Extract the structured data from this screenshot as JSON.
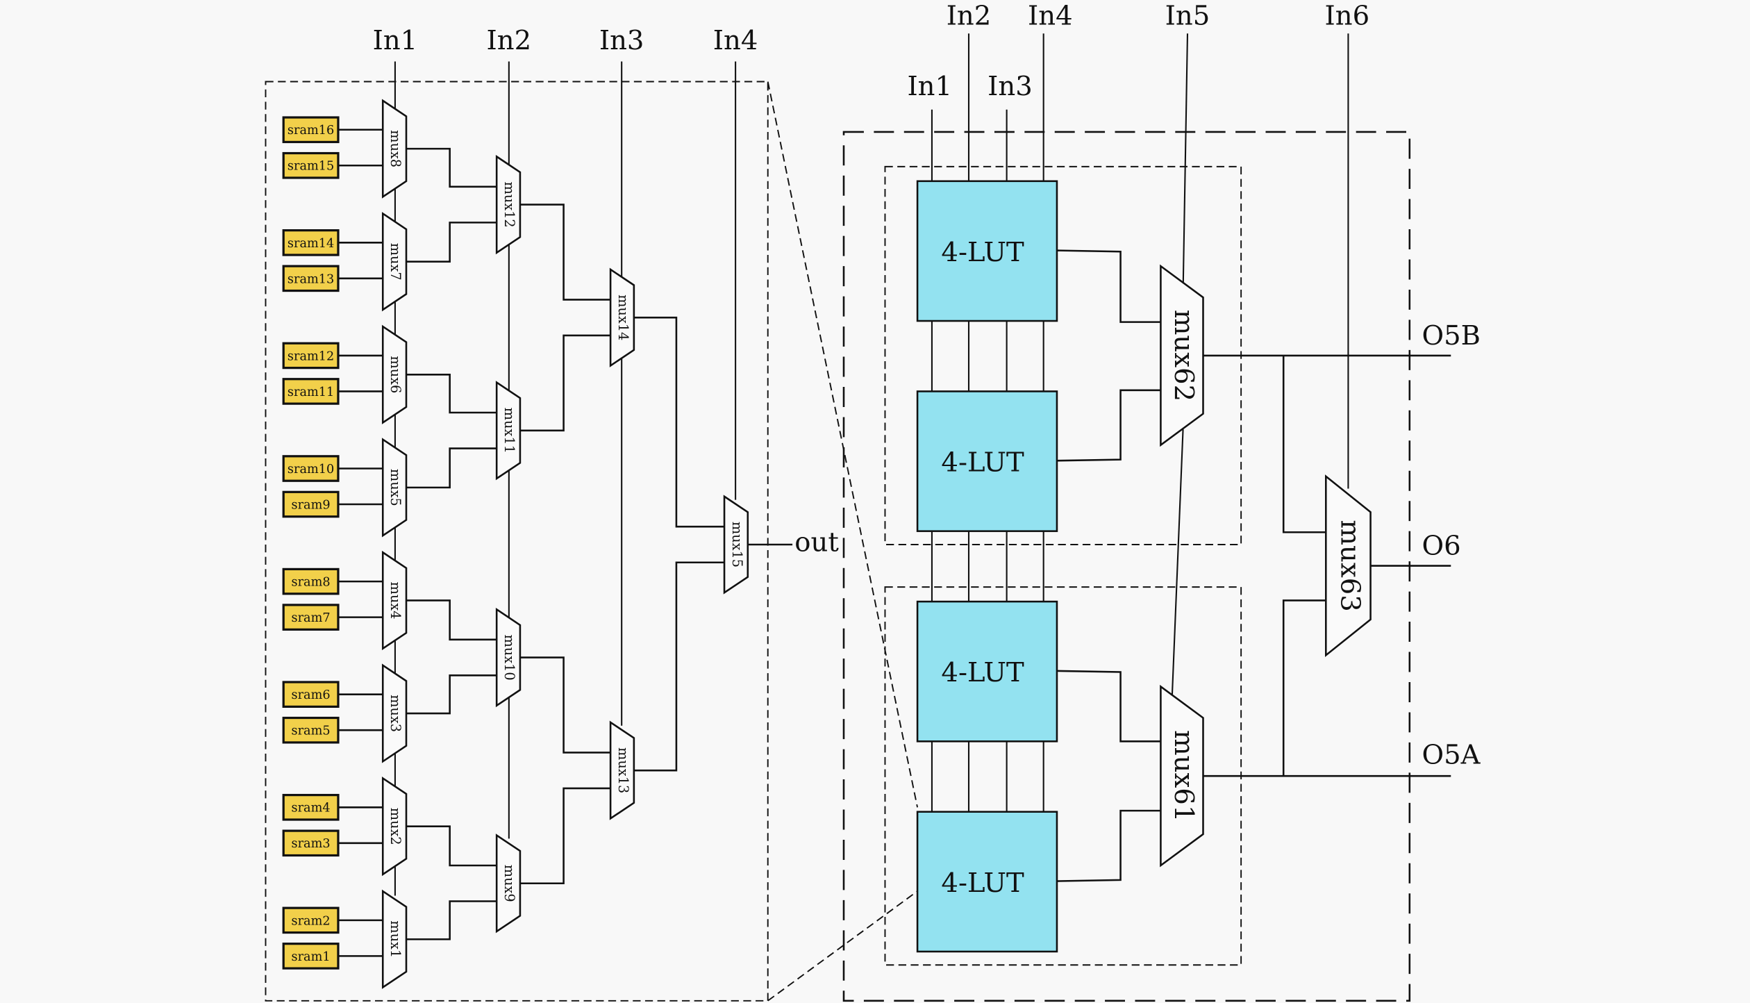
{
  "colors": {
    "sram_fill": "#f2d04a",
    "lut_fill": "#93e2f0",
    "background": "#f8f8f8"
  },
  "left_block": {
    "inputs": [
      "In1",
      "In2",
      "In3",
      "In4"
    ],
    "srams": [
      "sram16",
      "sram15",
      "sram14",
      "sram13",
      "sram12",
      "sram11",
      "sram10",
      "sram9",
      "sram8",
      "sram7",
      "sram6",
      "sram5",
      "sram4",
      "sram3",
      "sram2",
      "sram1"
    ],
    "level1_muxes": [
      "mux8",
      "mux7",
      "mux6",
      "mux5",
      "mux4",
      "mux3",
      "mux2",
      "mux1"
    ],
    "level2_muxes": [
      "mux12",
      "mux11",
      "mux10",
      "mux9"
    ],
    "level3_muxes": [
      "mux14",
      "mux13"
    ],
    "level4_mux": "mux15",
    "output_label": "out"
  },
  "right_block": {
    "top_inputs": [
      "In2",
      "In4",
      "In5",
      "In6"
    ],
    "lower_inputs": [
      "In1",
      "In3"
    ],
    "luts": [
      "4-LUT",
      "4-LUT",
      "4-LUT",
      "4-LUT"
    ],
    "muxes": [
      "mux62",
      "mux61",
      "mux63"
    ],
    "outputs": [
      "O5B",
      "O6",
      "O5A"
    ]
  }
}
